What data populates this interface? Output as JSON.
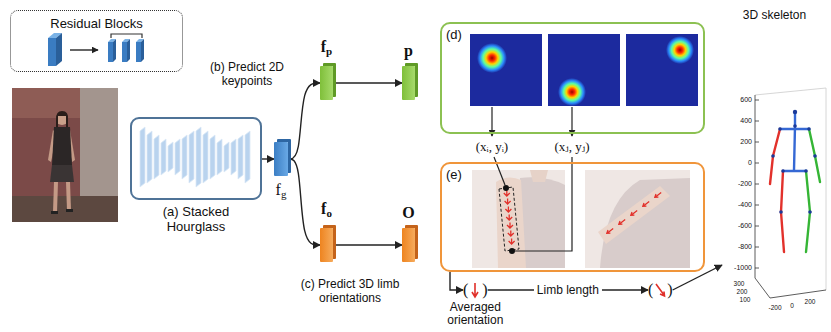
{
  "diagram": {
    "nodes": [
      {
        "text": [
          "Residual Blocks"
        ]
      },
      {
        "text": [
          "(a) Stacked Hourglass"
        ]
      },
      {
        "text": [
          "f",
          "g"
        ]
      },
      {
        "text": [
          "f",
          "p"
        ]
      },
      {
        "text": [
          "p"
        ]
      },
      {
        "text": [
          "f",
          "o"
        ]
      },
      {
        "text": [
          "O"
        ]
      },
      {
        "text": [
          "(d)"
        ]
      },
      {
        "text": [
          "(e)"
        ]
      },
      {
        "text": [
          "(",
          ")",
          "Averaged orientation"
        ]
      },
      {
        "text": [
          "(",
          ")"
        ]
      },
      {
        "text": [
          "3D skeleton"
        ]
      }
    ],
    "edges": [
      {
        "from": 1,
        "to": 2,
        "arrow": "to"
      },
      {
        "from": 2,
        "to": 3,
        "arrow": "to"
      },
      {
        "from": 2,
        "to": 5,
        "arrow": "to"
      },
      {
        "from": 3,
        "to": 4,
        "arrow": "to"
      },
      {
        "from": 5,
        "to": 6,
        "arrow": "to"
      },
      {
        "from": 8,
        "to": 9,
        "arrow": "to"
      },
      {
        "from": 9,
        "to": 10,
        "label": "Limb length",
        "arrow": "to"
      },
      {
        "from": 10,
        "to": 11,
        "arrow": "to"
      }
    ],
    "labels": [
      "(b) Predict 2D keypoints",
      "(c) Predict 3D limb orientations",
      "(xᵢ, yᵢ)",
      "(xⱼ, yⱼ)",
      "600",
      "400",
      "200",
      "0",
      "-200",
      "-400",
      "-600",
      "-800",
      "-1000",
      "300",
      "200",
      "100",
      "-200",
      "0",
      "200"
    ]
  }
}
